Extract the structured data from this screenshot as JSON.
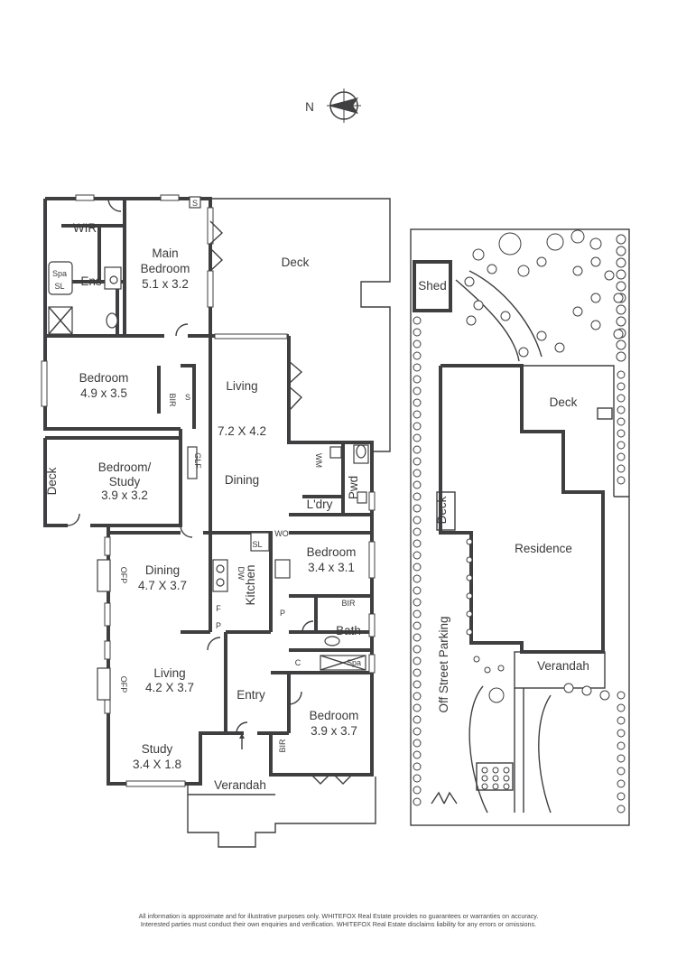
{
  "compass": {
    "north_label": "N"
  },
  "rooms": {
    "wir": "WIR",
    "spa_sl_1": "Spa",
    "spa_sl_2": "SL",
    "ens": "Ens",
    "s_top": "S",
    "main_bedroom_name1": "Main",
    "main_bedroom_name2": "Bedroom",
    "main_bedroom_dim": "5.1 x 3.2",
    "deck_top": "Deck",
    "bedroom_left_name": "Bedroom",
    "bedroom_left_dim": "4.9 x 3.5",
    "bir_left": "BIR",
    "s_mid": "S",
    "living_main_name": "Living",
    "living_main_dim": "7.2 X 4.2",
    "glf": "GLF",
    "dining_main": "Dining",
    "deck_side": "Deck",
    "study_name1": "Bedroom/",
    "study_name2": "Study",
    "study_dim": "3.9 x 3.2",
    "wm": "WM",
    "pwd": "Pwd",
    "ldry": "L'dry",
    "sl_kitchen": "SL",
    "wo": "WO",
    "dw": "DW",
    "kitchen": "Kitchen",
    "f": "F",
    "p_kitchen": "P",
    "p_hall": "P",
    "dining_lower_name": "Dining",
    "dining_lower_dim": "4.7 X 3.7",
    "ofp_1": "OFP",
    "bedroom_right_name": "Bedroom",
    "bedroom_right_dim": "3.4 x 3.1",
    "bir_right": "BIR",
    "bath": "Bath",
    "c": "C",
    "spa_bath": "Spa",
    "living_lower_name": "Living",
    "living_lower_dim": "4.2 X 3.7",
    "ofp_2": "OFP",
    "entry": "Entry",
    "bedroom_lower_name": "Bedroom",
    "bedroom_lower_dim": "3.9 x 3.7",
    "bir_lower": "BIR",
    "study_lower_name": "Study",
    "study_lower_dim": "3.4 X 1.8",
    "verandah_front": "Verandah"
  },
  "site": {
    "shed": "Shed",
    "deck": "Deck",
    "deck_side": "Deck",
    "residence": "Residence",
    "verandah": "Verandah",
    "parking": "Off Street Parking"
  },
  "disclaimer": {
    "line1": "All information is approximate and for illustrative purposes only. WHITEFOX Real Estate provides no guarantees or warranties on accuracy.",
    "line2": "Interested parties must conduct their own enquiries and verification. WHITEFOX Real Estate disclaims liability for any errors or omissions."
  }
}
